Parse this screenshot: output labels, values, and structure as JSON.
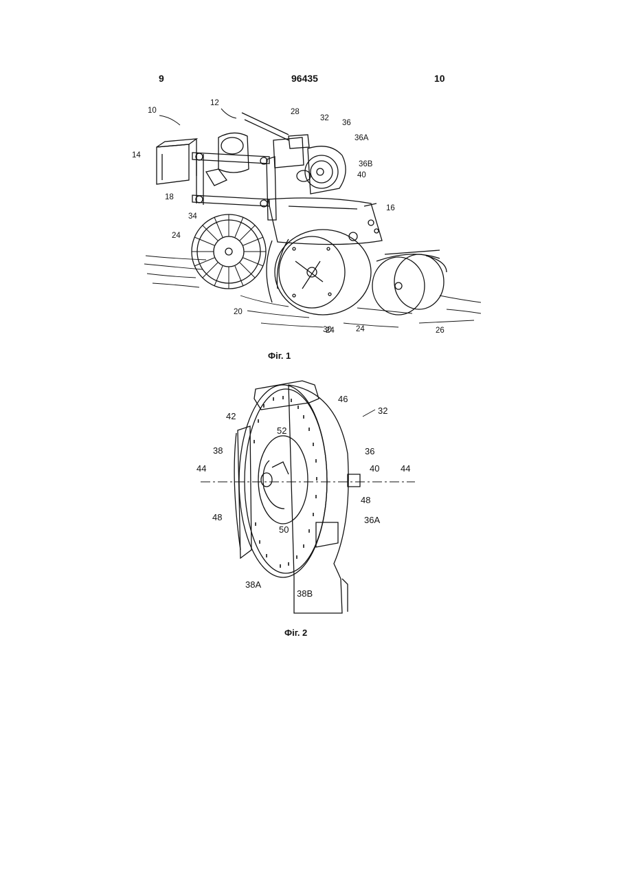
{
  "header": {
    "left_page": "9",
    "patent_number": "96435",
    "right_page": "10"
  },
  "figure1": {
    "caption": "Фіг. 1",
    "labels": [
      "10",
      "12",
      "14",
      "16",
      "18",
      "20",
      "24",
      "24",
      "24",
      "26",
      "28",
      "30",
      "32",
      "34",
      "36",
      "36A",
      "36B",
      "40"
    ]
  },
  "figure2": {
    "caption": "Фіг. 2",
    "labels": [
      "32",
      "36",
      "36A",
      "38",
      "38A",
      "38B",
      "40",
      "42",
      "44",
      "44",
      "46",
      "48",
      "48",
      "50",
      "52"
    ]
  }
}
